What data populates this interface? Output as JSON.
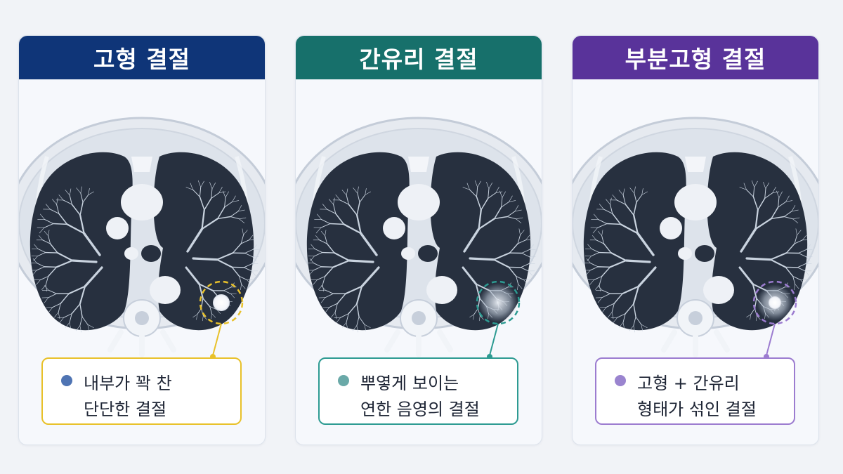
{
  "panels": [
    {
      "title": "고형 결절",
      "header_color": "#0f3578",
      "accent_color": "#e8c12a",
      "dot_color": "#4f74b3",
      "nodule_type": "solid",
      "caption_line1": "내부가 꽉 찬",
      "caption_line2": "단단한 결절"
    },
    {
      "title": "간유리 결절",
      "header_color": "#17706b",
      "accent_color": "#2d9b92",
      "dot_color": "#6aa9a8",
      "nodule_type": "ground-glass",
      "caption_line1": "뿌옇게 보이는",
      "caption_line2": "연한 음영의 결절"
    },
    {
      "title": "부분고형 결절",
      "header_color": "#59339a",
      "accent_color": "#9c7cd0",
      "dot_color": "#9a84cf",
      "nodule_type": "part-solid",
      "caption_line1": "고형 + 간유리",
      "caption_line2": "형태가 섞인 결절"
    }
  ]
}
